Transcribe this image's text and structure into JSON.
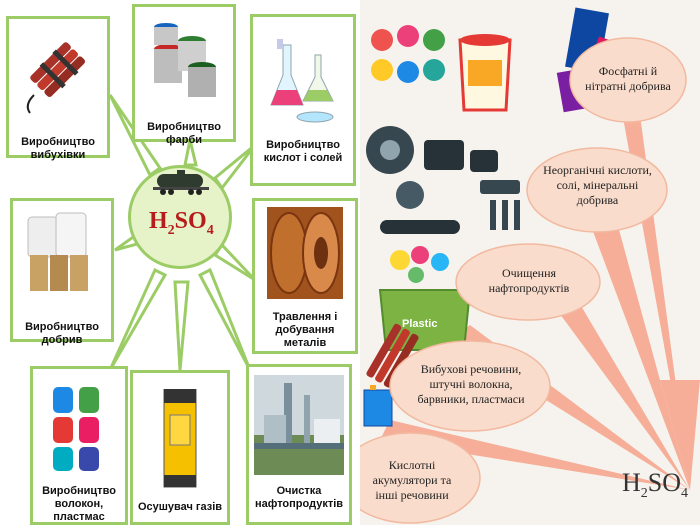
{
  "left_diagram": {
    "center_formula": {
      "main": "H",
      "sub1": "2",
      "mid": "SO",
      "sub2": "4"
    },
    "uses": [
      {
        "id": "explosives",
        "label": "Виробництво вибухівки"
      },
      {
        "id": "paint",
        "label": "Виробництво фарби"
      },
      {
        "id": "acids",
        "label": "Виробництво кислот і солей"
      },
      {
        "id": "fertilizers",
        "label": "Виробництво добрив"
      },
      {
        "id": "metals",
        "label": "Травлення і добування металів"
      },
      {
        "id": "fibers",
        "label": "Виробництво волокон, пластмас"
      },
      {
        "id": "gas-drying",
        "label": "Осушувач газів"
      },
      {
        "id": "oil-refining",
        "label": "Очистка нафтопродуктів"
      }
    ]
  },
  "right_diagram": {
    "formula": {
      "main": "H",
      "sub1": "2",
      "mid": "SO",
      "sub2": "4"
    },
    "bucket_label": "Plastic",
    "bubbles": [
      {
        "id": "phosphates",
        "label": "Фосфатні й нітратні добрива"
      },
      {
        "id": "inorganic",
        "label": "Неорганічні кислоти, солі, мінеральні добрива"
      },
      {
        "id": "oil",
        "label": "Очищення нафтопродуктів"
      },
      {
        "id": "explosives",
        "label": "Вибухові речовини, штучні волокна, барвники, пластмаси"
      },
      {
        "id": "batteries",
        "label": "Кислотні акумулятори та інші речовини"
      }
    ]
  },
  "colors": {
    "frame": "#9ccc65",
    "hub": "#e6f2c8",
    "formula": "#b71c1c",
    "bubble": "#f9d9c8",
    "arrow": "#f28b6a"
  }
}
